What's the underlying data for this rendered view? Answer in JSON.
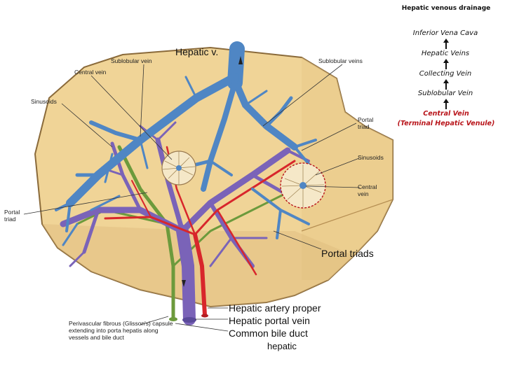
{
  "hierarchy": {
    "title": "Hepatic venous drainage",
    "levels": [
      "Inferior Vena Cava",
      "Hepatic Veins",
      "Collecting Vein",
      "Sublobular Vein"
    ],
    "terminal": "Central Vein",
    "terminal_sub": "(Terminal Hepatic Venule)",
    "accent_color": "#b8141a"
  },
  "labels": {
    "hepatic_v": "Hepatic v.",
    "sublobular_left": "Sublobular vein",
    "sublobular_right": "Sublobular veins",
    "central_vein_top": "Central vein",
    "sinusoids_left": "Sinusoids",
    "portal_triad_right": "Portal triad",
    "sinusoids_right": "Sinusoids",
    "central_vein_right": "Central vein",
    "portal_triad_left": "Portal triad",
    "portal_triads": "Portal triads",
    "hepatic_artery": "Hepatic artery proper",
    "hepatic_portal_vein": "Hepatic portal vein",
    "common_bile_duct": "Common bile duct",
    "capsule_note": "Perivascular fibrous (Glisson's) capsule extending into porta hepatis along vessels and bile duct",
    "hepatic": "hepatic"
  },
  "colors": {
    "hepatic_vein": "#4f86c4",
    "portal_vein": "#7a63b8",
    "artery": "#d8262b",
    "bile_duct": "#6c9a3c",
    "parenchyma": "#f0d497"
  }
}
